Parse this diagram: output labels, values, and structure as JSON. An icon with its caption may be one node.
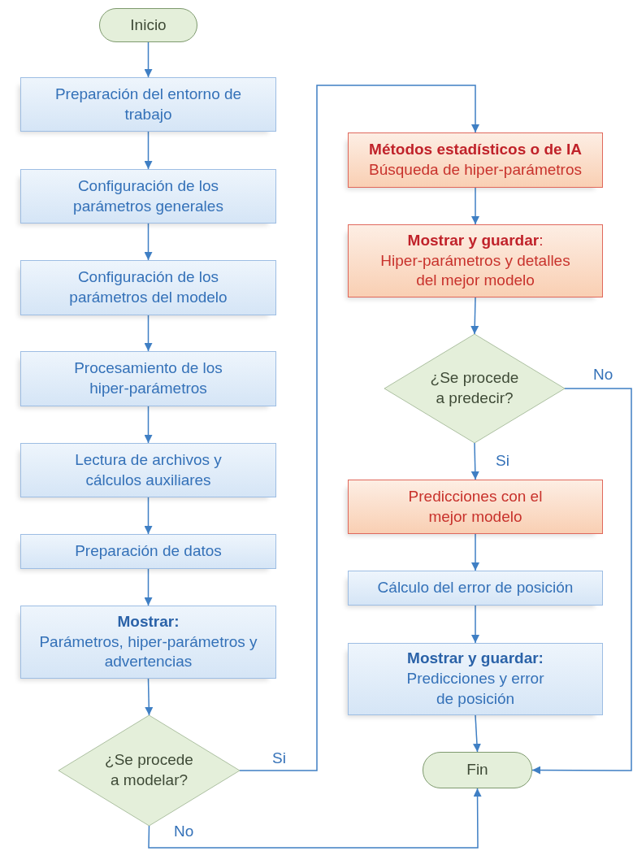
{
  "diagram": {
    "nodes": [
      {
        "text": [
          "Inicio"
        ]
      },
      {
        "text": [
          "Preparación del entorno de trabajo"
        ]
      },
      {
        "text": [
          "Configuración de los parámetros generales"
        ]
      },
      {
        "text": [
          "Configuración de los parámetros del modelo"
        ]
      },
      {
        "text": [
          "Procesamiento de los hiper-parámetros"
        ]
      },
      {
        "text": [
          "Lectura de archivos y cálculos auxiliares"
        ]
      },
      {
        "text": [
          "Preparación de datos"
        ]
      },
      {
        "text": [
          "Mostrar:",
          "Parámetros, hiper-parámetros y advertencias"
        ]
      },
      {
        "text": [
          "¿Se procede a modelar?"
        ]
      },
      {
        "text": [
          "Métodos estadísticos o de IA",
          "Búsqueda de hiper-parámetros"
        ]
      },
      {
        "text": [
          "**Mostrar y guardar**:",
          "Hiper-parámetros y detalles del mejor modelo"
        ]
      },
      {
        "text": [
          "¿Se procede a predecir?"
        ]
      },
      {
        "text": [
          "Predicciones con el mejor modelo"
        ]
      },
      {
        "text": [
          "Cálculo del error de posición"
        ]
      },
      {
        "text": [
          "Mostrar y guardar:",
          "Predicciones y error de posición"
        ]
      },
      {
        "text": [
          "Fin"
        ]
      }
    ],
    "edges": [
      {
        "from": 0,
        "to": 1,
        "arrow": "to"
      },
      {
        "from": 1,
        "to": 2,
        "arrow": "to"
      },
      {
        "from": 2,
        "to": 3,
        "arrow": "to"
      },
      {
        "from": 3,
        "to": 4,
        "arrow": "to"
      },
      {
        "from": 4,
        "to": 5,
        "arrow": "to"
      },
      {
        "from": 5,
        "to": 6,
        "arrow": "to"
      },
      {
        "from": 6,
        "to": 7,
        "arrow": "to"
      },
      {
        "from": 7,
        "to": 8,
        "arrow": "to"
      },
      {
        "from": 8,
        "to": 9,
        "arrow": "to",
        "label": "Si"
      },
      {
        "from": 8,
        "to": 15,
        "arrow": "to",
        "label": "No"
      },
      {
        "from": 9,
        "to": 10,
        "arrow": "to"
      },
      {
        "from": 10,
        "to": 11,
        "arrow": "to"
      },
      {
        "from": 11,
        "to": 12,
        "arrow": "to",
        "label": "Si"
      },
      {
        "from": 11,
        "to": 15,
        "arrow": "to",
        "label": "No"
      },
      {
        "from": 12,
        "to": 13,
        "arrow": "to"
      },
      {
        "from": 13,
        "to": 14,
        "arrow": "to"
      },
      {
        "from": 14,
        "to": 15,
        "arrow": "to"
      }
    ]
  }
}
